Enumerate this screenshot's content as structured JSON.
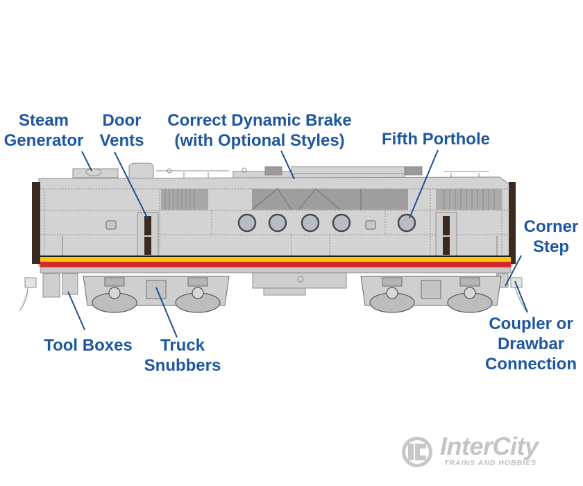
{
  "diagram": {
    "subject": "F-unit diesel locomotive (B-unit) side view",
    "colors": {
      "label_text": "#1d57a0",
      "leader_line": "#1d4f8f",
      "body": "#d3d3d3",
      "stripe_yellow": "#f3c614",
      "stripe_red": "#d9252a",
      "stripe_dark": "#2a1a12",
      "logo": "#c4c4c4"
    },
    "callouts": [
      {
        "id": "steam-generator",
        "lines": [
          "Steam",
          "Generator"
        ]
      },
      {
        "id": "door-vents",
        "lines": [
          "Door",
          "Vents"
        ]
      },
      {
        "id": "dynamic-brake",
        "lines": [
          "Correct Dynamic Brake",
          "(with Optional Styles)"
        ]
      },
      {
        "id": "fifth-porthole",
        "lines": [
          "Fifth Porthole"
        ]
      },
      {
        "id": "corner-step",
        "lines": [
          "Corner",
          "Step"
        ]
      },
      {
        "id": "tool-boxes",
        "lines": [
          "Tool Boxes"
        ]
      },
      {
        "id": "truck-snubbers",
        "lines": [
          "Truck",
          "Snubbers"
        ]
      },
      {
        "id": "coupler",
        "lines": [
          "Coupler or",
          "Drawbar",
          "Connection"
        ]
      }
    ],
    "portholes_count": 5
  },
  "logo": {
    "mark": "IC",
    "name": "InterCity",
    "tagline": "TRAINS AND HOBBIES"
  }
}
